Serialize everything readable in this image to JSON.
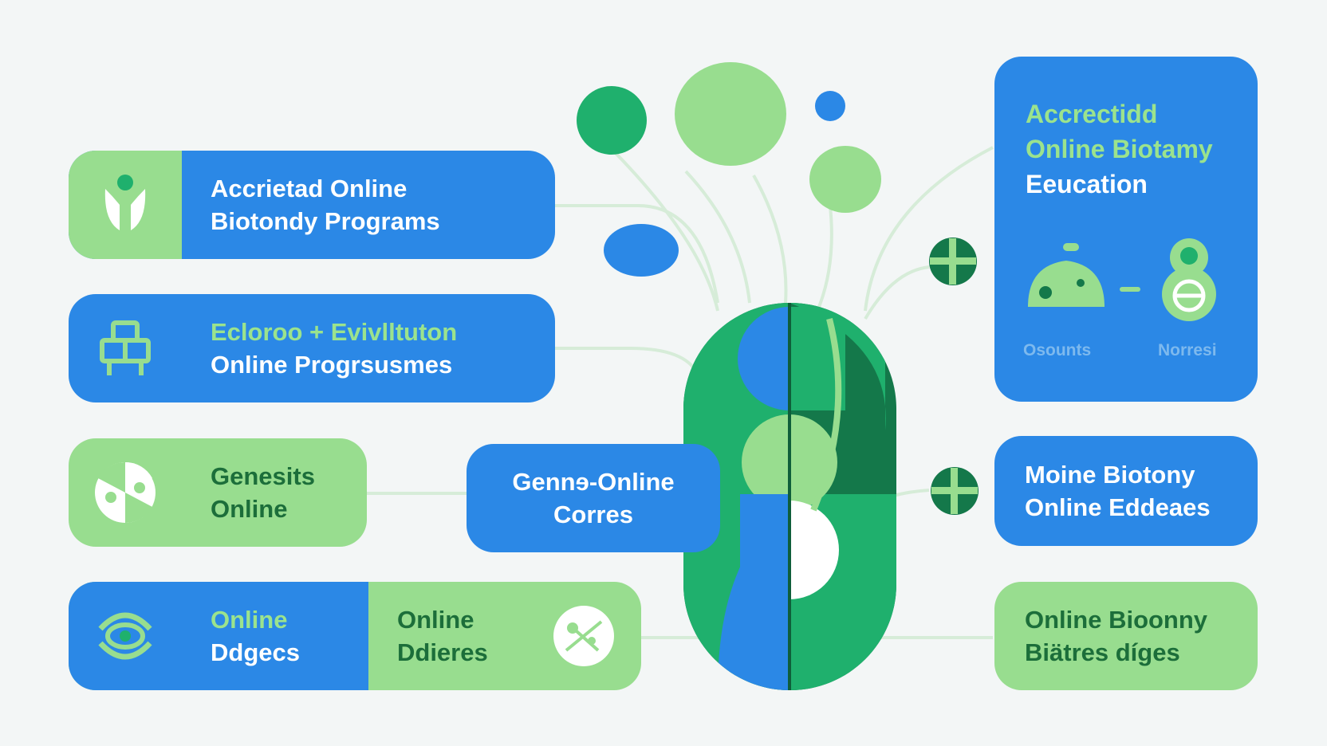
{
  "colors": {
    "background": "#f3f6f6",
    "blue": "#2b88e6",
    "light_green": "#98dd8f",
    "mid_green": "#1fb06d",
    "dark_green": "#14784a"
  },
  "cards": {
    "c1": {
      "line1": "Accrietad Online",
      "line2": "Biotondy Programs",
      "icon": "sprout-icon"
    },
    "c2": {
      "line1": "Ecloroo + Evivlltuton",
      "line2": "Online Progrsusmes",
      "icon": "building-icon"
    },
    "c3": {
      "line1": "Genesits",
      "line2": "Online",
      "icon": "molecule-icon"
    },
    "c4": {
      "line1": "Online",
      "line2": "Ddgecs",
      "icon": "eye-icon"
    },
    "c5": {
      "line1": "Online",
      "line2": "Ddieres",
      "icon": "network-icon"
    },
    "c6": {
      "line1": "Gennɘ-Online",
      "line2": "Corres"
    },
    "c7": {
      "line1": "Moine Biotony",
      "line2": "Online Eddeaes"
    },
    "c8": {
      "line1": "Online Bioonny",
      "line2": "Biätres díges"
    }
  },
  "panel": {
    "line1": "Accrectidd",
    "line2": "Online Biotamy",
    "line3": "Eeucation",
    "left_caption": "Osounts",
    "right_caption": "Norresi",
    "left_icon": "blob-creature-icon",
    "right_icon": "figure-eight-icon"
  }
}
